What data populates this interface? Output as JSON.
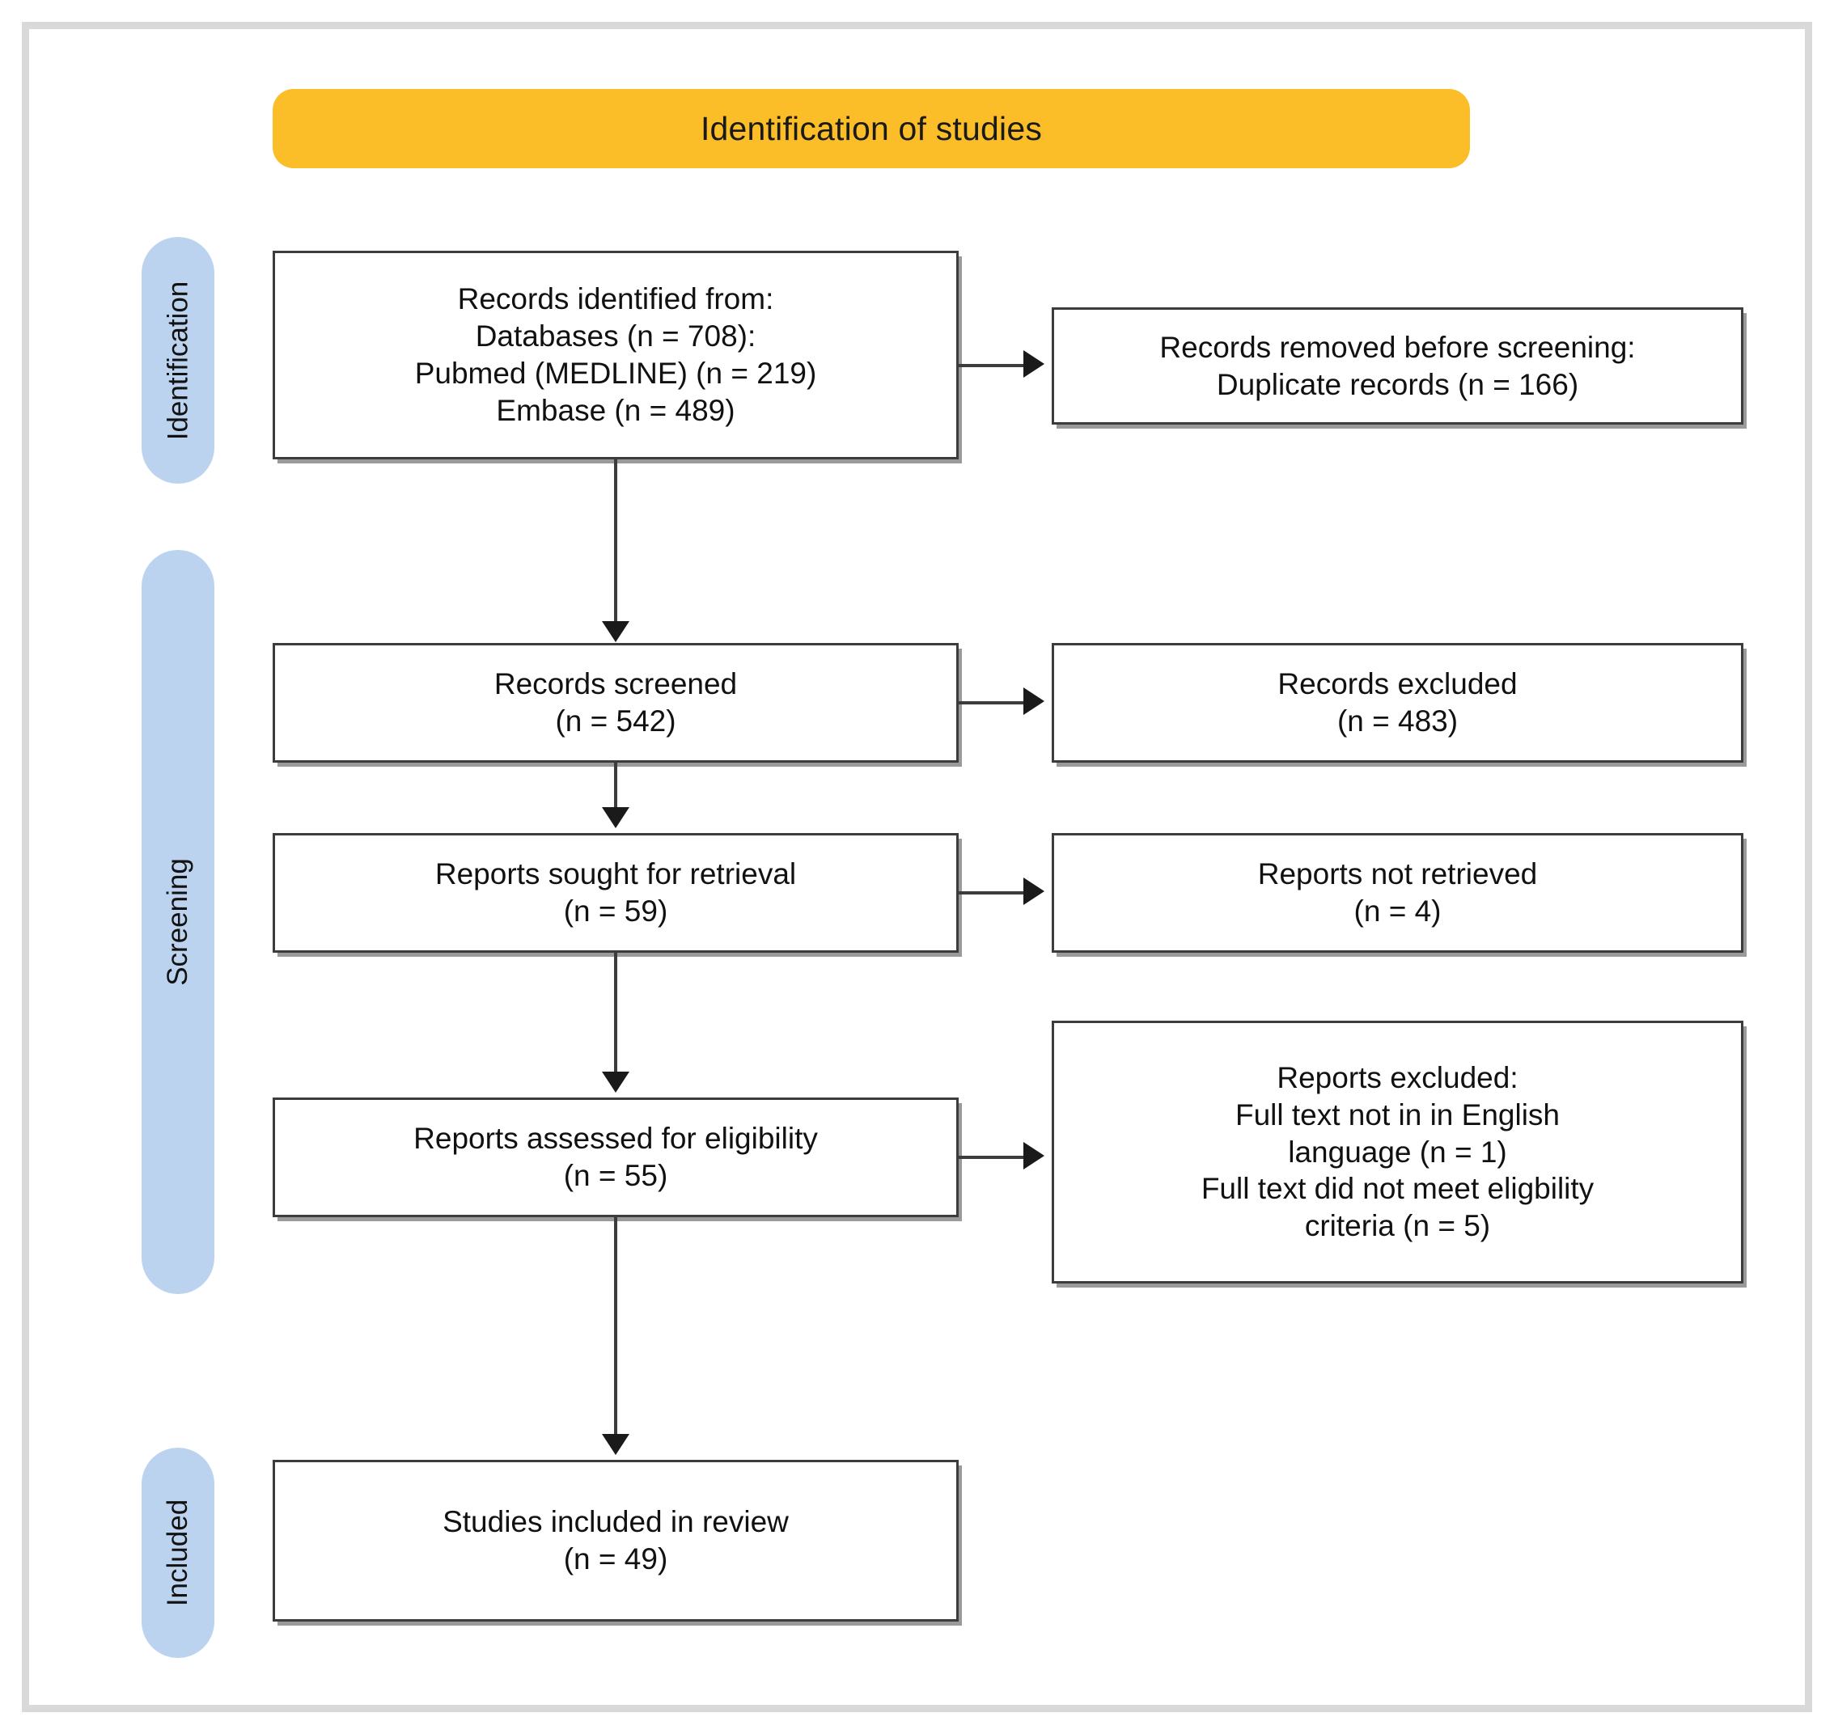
{
  "diagram": {
    "type": "prisma-flow-diagram",
    "banner": {
      "title": "Identification of studies",
      "color": "#fbbd28"
    },
    "stages": [
      {
        "name": "identification",
        "label": "Identification",
        "color": "#bcd3ef"
      },
      {
        "name": "screening",
        "label": "Screening",
        "color": "#bcd3ef"
      },
      {
        "name": "included",
        "label": "Included",
        "color": "#bcd3ef"
      }
    ],
    "boxes": {
      "identified": {
        "name": "records-identified",
        "lines": [
          "Records identified from:",
          "Databases (n = 708):",
          "Pubmed (MEDLINE) (n = 219)",
          "Embase (n = 489)"
        ]
      },
      "removed": {
        "name": "records-removed-before-screening",
        "lines": [
          "Records removed before screening:",
          "Duplicate records (n = 166)"
        ]
      },
      "screened": {
        "name": "records-screened",
        "lines": [
          "Records screened",
          "(n = 542)"
        ]
      },
      "excluded_records": {
        "name": "records-excluded",
        "lines": [
          "Records excluded",
          "(n = 483)"
        ]
      },
      "sought": {
        "name": "reports-sought-for-retrieval",
        "lines": [
          "Reports sought for retrieval",
          "(n = 59)"
        ]
      },
      "not_retrieved": {
        "name": "reports-not-retrieved",
        "lines": [
          "Reports not retrieved",
          "(n = 4)"
        ]
      },
      "assessed": {
        "name": "reports-assessed-for-eligibility",
        "lines": [
          "Reports assessed for eligibility",
          "(n = 55)"
        ]
      },
      "reports_excluded": {
        "name": "reports-excluded",
        "lines": [
          "Reports excluded:",
          "Full text not in in English",
          "language (n = 1)",
          "Full text did not meet eligbility",
          "criteria (n = 5)"
        ]
      },
      "included": {
        "name": "studies-included-in-review",
        "lines": [
          "Studies included in review",
          "(n = 49)"
        ]
      }
    },
    "counts": {
      "databases_total": 708,
      "pubmed_medline": 219,
      "embase": 489,
      "duplicates_removed": 166,
      "records_screened": 542,
      "records_excluded": 483,
      "reports_sought": 59,
      "reports_not_retrieved": 4,
      "reports_assessed": 55,
      "excluded_not_english": 1,
      "excluded_not_eligible": 5,
      "studies_included": 49
    }
  }
}
